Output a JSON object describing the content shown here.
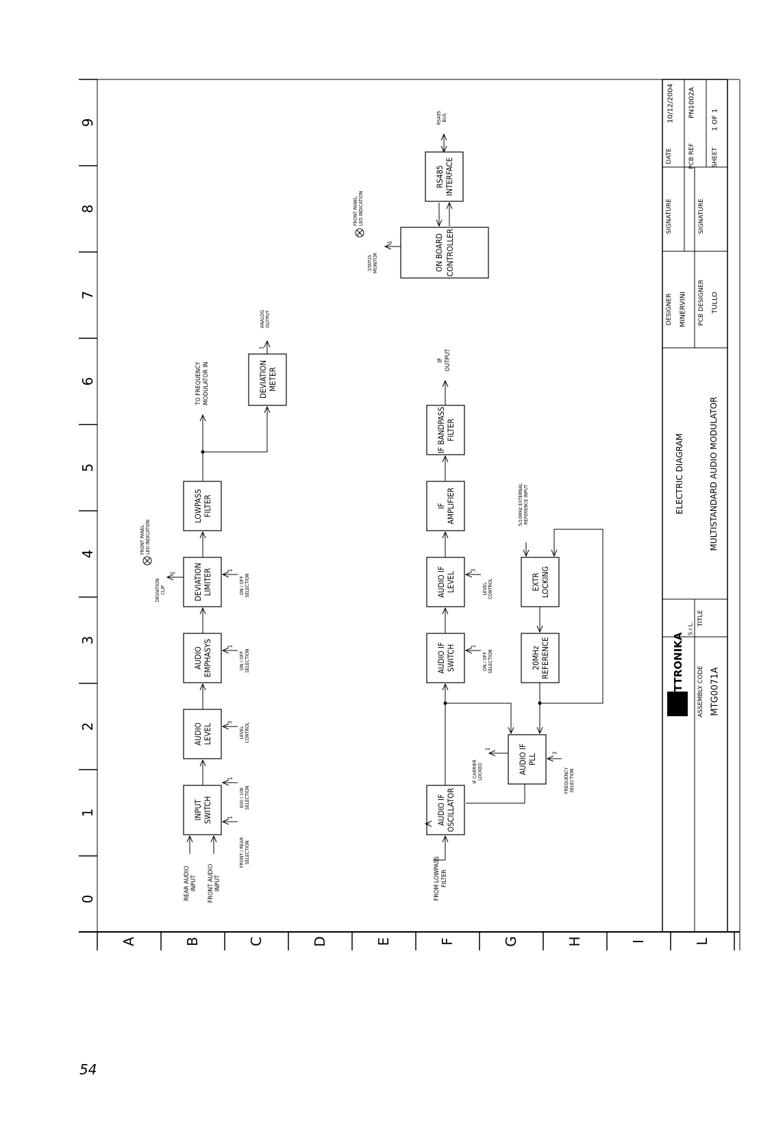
{
  "page_number": "54",
  "grid": {
    "columns": [
      "0",
      "1",
      "2",
      "3",
      "4",
      "5",
      "6",
      "7",
      "8",
      "9"
    ],
    "rows": [
      "A",
      "B",
      "C",
      "D",
      "E",
      "F",
      "G",
      "H",
      "I",
      "L"
    ]
  },
  "blocks": {
    "input_switch": [
      "INPUT",
      "SWITCH"
    ],
    "audio_level": [
      "AUDIO",
      "LEVEL"
    ],
    "audio_emphasis": [
      "AUDIO",
      "EMPHASYS"
    ],
    "deviation_limiter": [
      "DEVIATION",
      "LIMITER"
    ],
    "lowpass_filter": [
      "LOWPASS",
      "FILTER"
    ],
    "deviation_meter": [
      "DEVIATION",
      "METER"
    ],
    "on_board_controller": [
      "ON BOARD",
      "CONTROLLER"
    ],
    "rs485_interface": [
      "RS485",
      "INTERFACE"
    ],
    "audio_if_oscillator": [
      "AUDIO IF",
      "OSCILLATOR"
    ],
    "audio_if_pll": [
      "AUDIO IF",
      "PLL"
    ],
    "audio_if_switch": [
      "AUDIO IF",
      "SWITCH"
    ],
    "audio_if_level": [
      "AUDIO IF",
      "LEVEL"
    ],
    "if_amplifier": [
      "IF",
      "AMPLIFIER"
    ],
    "if_bandpass_filter": [
      "IF BANDPASS",
      "FILTER"
    ],
    "ref_20mhz": [
      "20MHz",
      "REFERENCE"
    ],
    "extr_locking": [
      "EXTR",
      "LOCKING"
    ]
  },
  "labels": {
    "rear_audio_input": [
      "REAR AUDIO",
      "INPUT"
    ],
    "front_audio_input": [
      "FRONT AUDIO",
      "INPUT"
    ],
    "front_rear_selection": [
      "FRONT / REAR",
      "SELECTION"
    ],
    "impedance_selection": [
      "600 / 10K",
      "SELECTION"
    ],
    "level_control_1": [
      "LEVEL",
      "CONTROL"
    ],
    "on_off_selection_1": [
      "ON / OFF",
      "SELECTION"
    ],
    "on_off_selection_2": [
      "ON / OFF",
      "SELECTION"
    ],
    "deviation_clip": [
      "DEVIATION",
      "CLIP"
    ],
    "front_panel_led_1": [
      "FRONT PANEL",
      "LED INDICATION"
    ],
    "to_freq_modulator": [
      "TO FREQUENCY",
      "MODULATOR IN"
    ],
    "analog_output": [
      "ANALOG",
      "OUTPUT"
    ],
    "status_monitor": [
      "STATUS",
      "MONITOR"
    ],
    "front_panel_led_2": [
      "FRONT PANEL",
      "LED INDICATION"
    ],
    "rs485_bus": [
      "RS485",
      "BUS"
    ],
    "from_lowpass_filter": [
      "FROM LOWPASS",
      "FILTER"
    ],
    "if_carrier_locked": [
      "IF CARRIER",
      "LOCKED"
    ],
    "frequency_selection": [
      "FREQUENCY",
      "SELECTION"
    ],
    "on_off_selection_3": [
      "ON / OFF",
      "SELECTION"
    ],
    "level_control_2": [
      "LEVEL",
      "CONTROL"
    ],
    "if_output": [
      "IF",
      "OUTPUT"
    ],
    "ext_reference_input": [
      "5/10MHz EXTERNAL",
      "REFERENCE INPUT"
    ],
    "pin_1": "1",
    "pin_3": "3"
  },
  "title_block": {
    "logo_text": "ELETTRONIKA",
    "company_suffix": "S.r.L.",
    "assembly_code_label": "ASSEMBLY CODE",
    "assembly_code_value": "MTG0071A",
    "title_label": "TITLE",
    "diagram_type": "ELECTRIC DIAGRAM",
    "diagram_title": "MULTISTANDARD AUDIO MODULATOR",
    "designer_label": "DESIGNER",
    "designer_value": "MINERVINI",
    "pcb_designer_label": "PCB DESIGNER",
    "pcb_designer_value": "TULLO",
    "signature_label_1": "SIGNATURE",
    "signature_label_2": "SIGNATURE",
    "date_label": "DATE",
    "date_value": "10/12/2004",
    "pcb_ref_label": "PCB REF",
    "pcb_ref_value": "PN1002A",
    "sheet_label": "SHEET",
    "sheet_value": "1 OF 1"
  }
}
